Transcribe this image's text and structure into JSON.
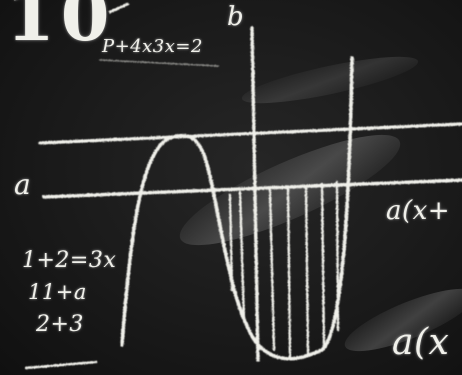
{
  "board": {
    "chalk_color": "#f0f0ea",
    "background_color": "#1a1a1a",
    "texts": {
      "big_number": "10",
      "equation": "P+4x3x=2",
      "y_label": "b",
      "x_label": "a",
      "left_line_1": "1+2=3x",
      "left_line_2": "11+a",
      "left_line_3": "2+3",
      "right_top": "a(x+",
      "right_bottom": "a(x"
    }
  }
}
